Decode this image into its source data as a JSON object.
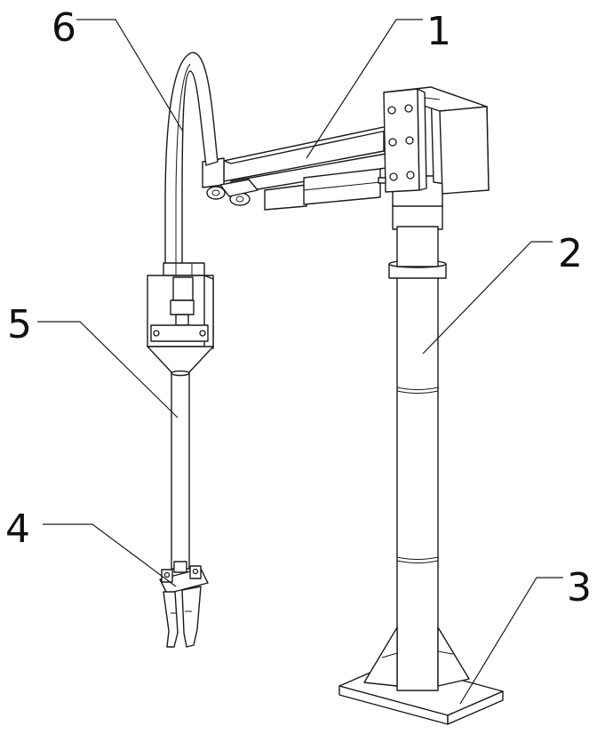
{
  "figure": {
    "labels": {
      "part_1": "1",
      "part_2": "2",
      "part_3": "3",
      "part_4": "4",
      "part_5": "5",
      "part_6": "6"
    },
    "stroke_color": "#1a1a1a",
    "background_color": "#ffffff"
  }
}
